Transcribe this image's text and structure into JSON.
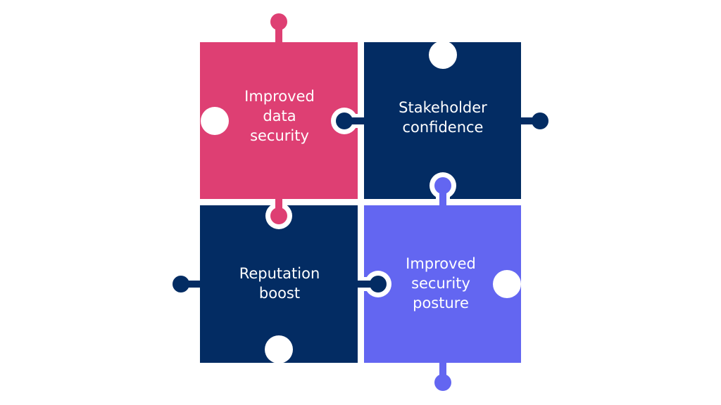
{
  "colors": {
    "pink": "#DE3F73",
    "navy": "#032C63",
    "purple": "#6366F1",
    "gap": "#FFFFFF"
  },
  "pieces": [
    {
      "lines": [
        "Improved",
        "data",
        "security"
      ]
    },
    {
      "lines": [
        "Stakeholder",
        "confidence"
      ]
    },
    {
      "lines": [
        "Reputation",
        "boost"
      ]
    },
    {
      "lines": [
        "Improved",
        "security",
        "posture"
      ]
    }
  ]
}
